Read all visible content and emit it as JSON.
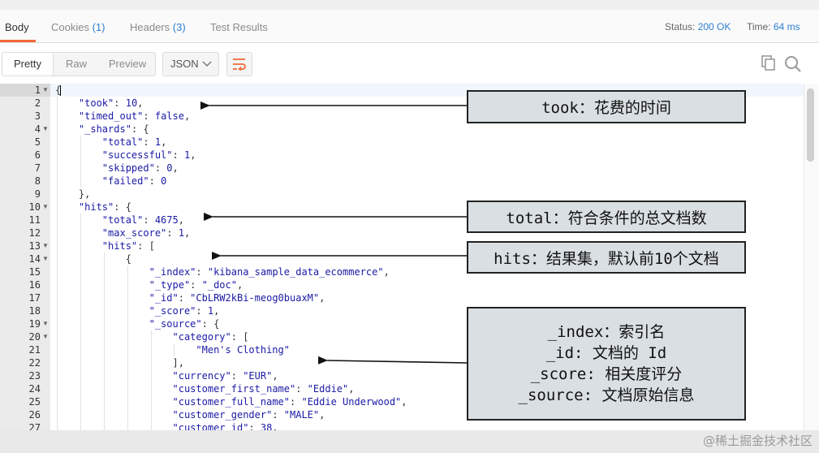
{
  "tabs": [
    {
      "label": "Body",
      "count": ""
    },
    {
      "label": "Cookies",
      "count": "(1)"
    },
    {
      "label": "Headers",
      "count": "(3)"
    },
    {
      "label": "Test Results",
      "count": ""
    }
  ],
  "status": {
    "label": "Status:",
    "value": "200 OK"
  },
  "time": {
    "label": "Time:",
    "value": "64 ms"
  },
  "view_modes": [
    "Pretty",
    "Raw",
    "Preview"
  ],
  "format": "JSON",
  "icons": {
    "wrap": "wrap-lines-icon",
    "copy": "copy-icon",
    "search": "search-icon"
  },
  "colors": {
    "accent": "#f26b3a",
    "link": "#2d7fd3",
    "json_token": "#1a1aa6"
  },
  "editor": {
    "line_numbers": [
      "1",
      "2",
      "3",
      "4",
      "5",
      "6",
      "7",
      "8",
      "9",
      "10",
      "11",
      "12",
      "13",
      "14",
      "15",
      "16",
      "17",
      "18",
      "19",
      "20",
      "21",
      "22",
      "23",
      "24",
      "25",
      "26",
      "27"
    ],
    "lines": [
      "{",
      "    \"took\": 10,",
      "    \"timed_out\": false,",
      "    \"_shards\": {",
      "        \"total\": 1,",
      "        \"successful\": 1,",
      "        \"skipped\": 0,",
      "        \"failed\": 0",
      "    },",
      "    \"hits\": {",
      "        \"total\": 4675,",
      "        \"max_score\": 1,",
      "        \"hits\": [",
      "            {",
      "                \"_index\": \"kibana_sample_data_ecommerce\",",
      "                \"_type\": \"_doc\",",
      "                \"_id\": \"CbLRW2kBi-meog0buaxM\",",
      "                \"_score\": 1,",
      "                \"_source\": {",
      "                    \"category\": [",
      "                        \"Men's Clothing\"",
      "                    ],",
      "                    \"currency\": \"EUR\",",
      "                    \"customer_first_name\": \"Eddie\",",
      "                    \"customer_full_name\": \"Eddie Underwood\",",
      "                    \"customer_gender\": \"MALE\",",
      "                    \"customer_id\": 38,"
    ],
    "fold_lines": [
      1,
      4,
      10,
      13,
      14,
      19,
      20
    ]
  },
  "annotations": [
    {
      "lines": [
        "took：花费的时间"
      ]
    },
    {
      "lines": [
        "total：符合条件的总文档数"
      ]
    },
    {
      "lines": [
        "hits：结果集，默认前10个文档"
      ]
    },
    {
      "lines": [
        "_index：索引名",
        "_id: 文档的 Id",
        "_score: 相关度评分",
        "_source: 文档原始信息"
      ]
    }
  ],
  "watermark": "@稀土掘金技术社区"
}
